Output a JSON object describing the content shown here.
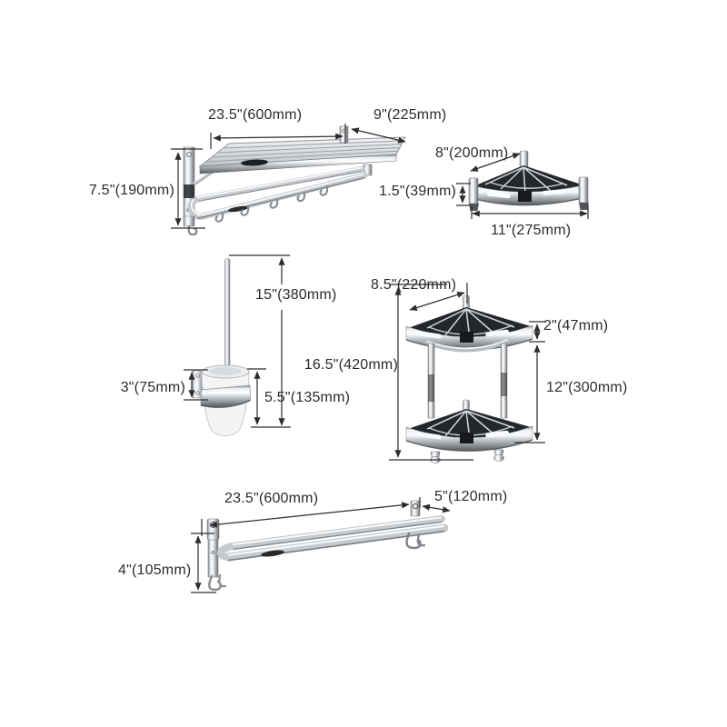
{
  "colors": {
    "background": "#ffffff",
    "dimension_line": "#2d2d2d",
    "label_text": "#2b2b2b",
    "chrome_light": "#fbfcfd",
    "chrome_mid": "#c3c7cb",
    "chrome_dark": "#63676c",
    "slot_dark": "#17191c"
  },
  "figures": {
    "towel_rack": {
      "icon": "folding-towel-rack-with-shelf-and-hooks",
      "dims": {
        "width": "23.5\"(600mm)",
        "depth": "9\"(225mm)",
        "height": "7.5\"(190mm)"
      }
    },
    "corner_shelf": {
      "icon": "single-tier-corner-shelf",
      "dims": {
        "depth": "8\"(200mm)",
        "rim_height": "1.5\"(39mm)",
        "width": "11\"(275mm)"
      }
    },
    "toilet_brush": {
      "icon": "wall-mounted-toilet-brush-holder",
      "dims": {
        "brush_height": "15\"(380mm)",
        "bracket_height": "3\"(75mm)",
        "cup_height": "5.5\"(135mm)"
      }
    },
    "corner_basket": {
      "icon": "two-tier-corner-basket",
      "dims": {
        "depth": "8.5\"(220mm)",
        "tier_height": "2\"(47mm)",
        "tier_gap": "12\"(300mm)",
        "total_height": "16.5\"(420mm)"
      }
    },
    "towel_bar": {
      "icon": "double-towel-bar-with-hooks",
      "dims": {
        "width": "23.5\"(600mm)",
        "depth": "5\"(120mm)",
        "height": "4\"(105mm)"
      }
    }
  }
}
